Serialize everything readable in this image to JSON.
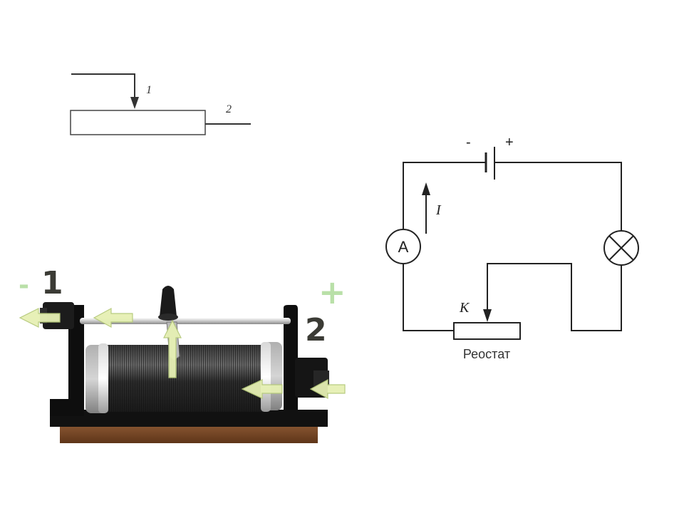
{
  "symbol": {
    "terminal_1": "1",
    "terminal_2": "2"
  },
  "device": {
    "minus_sign": "-",
    "terminal_1": "1",
    "plus_sign": "+",
    "terminal_2": "2",
    "colors": {
      "arrow": "#e6f0b4",
      "arrow_stroke": "#b5c97a",
      "sign": "#b9e0a8",
      "number": "#3b3b35",
      "base": "#7b4a2a"
    }
  },
  "circuit": {
    "battery_minus": "-",
    "battery_plus": "+",
    "current_label": "I",
    "ammeter_label": "A",
    "slider_label": "K",
    "rheostat_label": "Реостат"
  }
}
